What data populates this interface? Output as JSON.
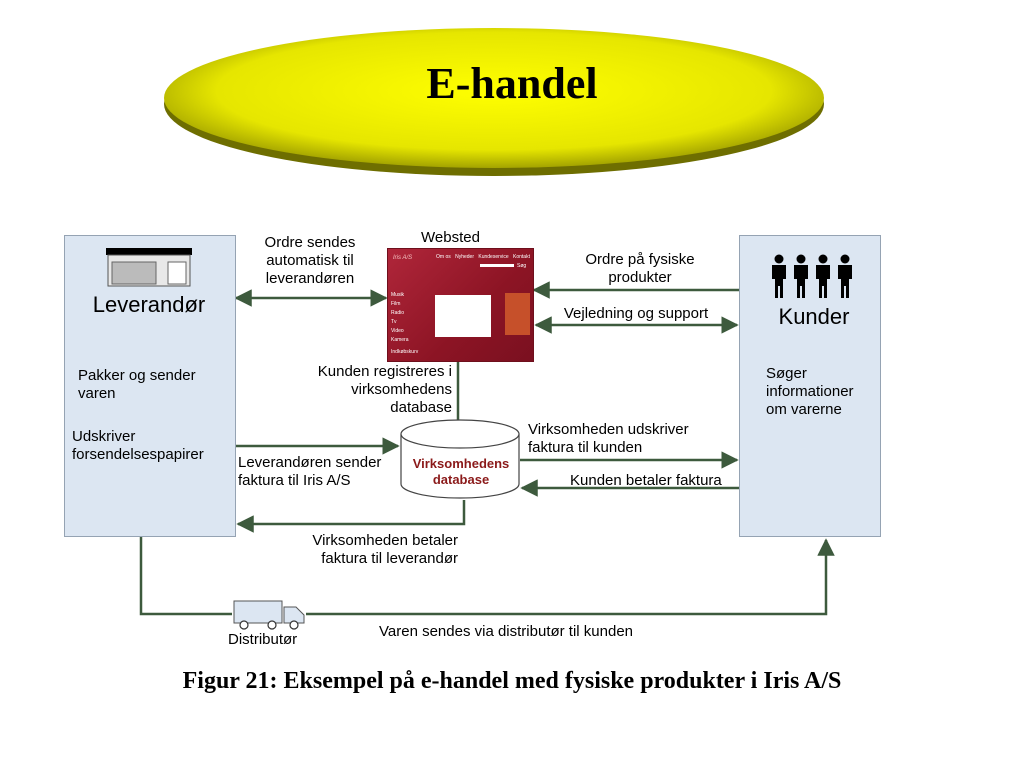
{
  "title": "E-handel",
  "caption": "Figur 21: Eksempel på e-handel med fysiske produkter i Iris A/S",
  "leverandor": {
    "name": "Leverandør",
    "text1": [
      "Pakker og sender",
      "varen"
    ],
    "text2": [
      "Udskriver",
      "forsendelsespapirer"
    ]
  },
  "kunder": {
    "name": "Kunder",
    "text": [
      "Søger",
      "informationer",
      "om varerne"
    ]
  },
  "websted": {
    "label": "Websted",
    "site_logo": "Iris A/S",
    "nav": [
      "Om os",
      "Nyheder",
      "Kundeservice",
      "Kontakt"
    ],
    "search_button": "Søg",
    "menu": [
      "Musik",
      "Film",
      "Radio",
      "Tv",
      "Video",
      "Kamera"
    ],
    "menu_bottom": "Indkøbskurv"
  },
  "database": {
    "label": [
      "Virksomhedens",
      "database"
    ]
  },
  "distributor": {
    "label": "Distributør"
  },
  "arrows": {
    "ordre_sendes": [
      "Ordre sendes",
      "automatisk til",
      "leverandøren"
    ],
    "ordre_fysiske": [
      "Ordre på fysiske",
      "produkter"
    ],
    "vejledning": "Vejledning og support",
    "kunden_registreres": [
      "Kunden registreres i",
      "virksomhedens",
      "database"
    ],
    "virk_udskriver": [
      "Virksomheden udskriver",
      "faktura til kunden"
    ],
    "kunden_betaler": "Kunden betaler faktura",
    "lev_sender": [
      "Leverandøren sender",
      "faktura til Iris A/S"
    ],
    "virk_betaler": [
      "Virksomheden betaler",
      "faktura til leverandør"
    ],
    "varen_sendes": "Varen sendes via distributør til kunden"
  },
  "colors": {
    "arrow": "#3d5a3d",
    "oval": "#d8d800",
    "box": "#dce6f2",
    "site": "#9c1c2c",
    "db_text": "#8b1a1a"
  }
}
